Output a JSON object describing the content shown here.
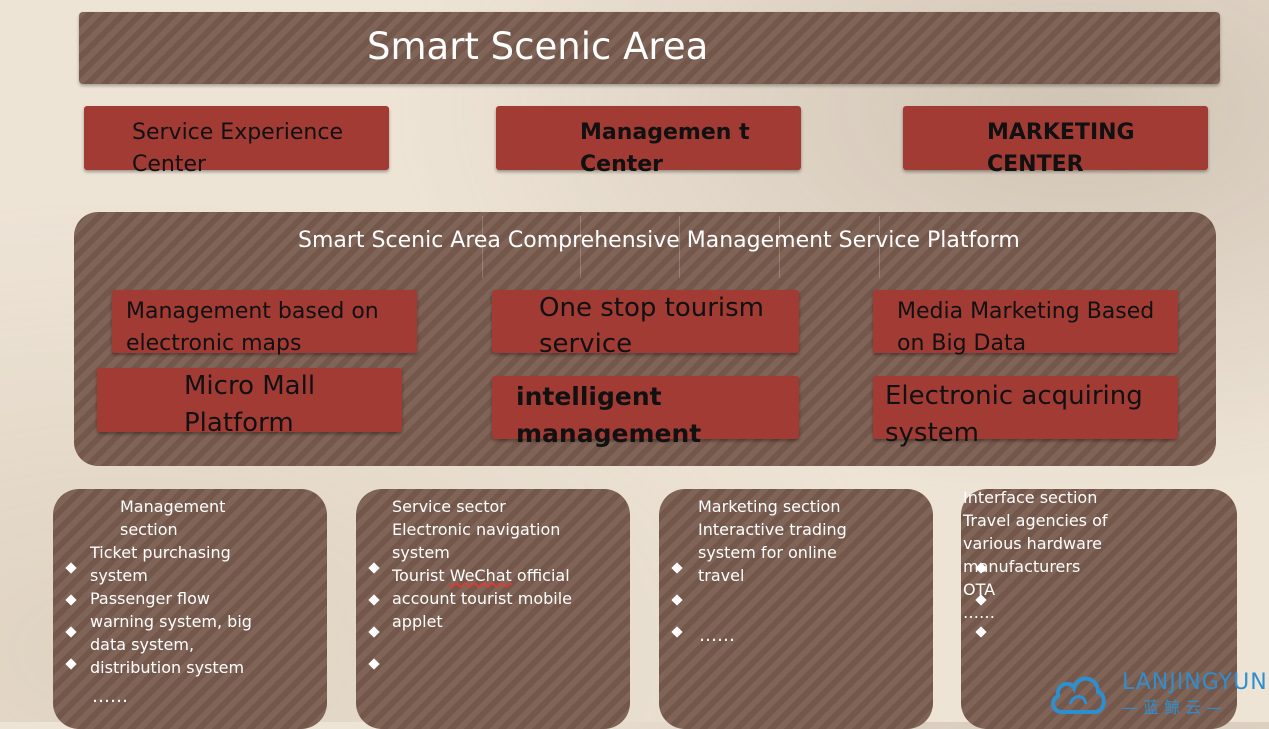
{
  "title": "Smart Scenic Area",
  "centers": [
    {
      "label": "Service Experience Center",
      "bold": false
    },
    {
      "label": "Managemen t Center",
      "bold": true
    },
    {
      "label": "MARKETING CENTER",
      "bold": true
    }
  ],
  "platform": {
    "title": "Smart Scenic Area Comprehensive  Management Service  Platform",
    "modules": [
      "Management based on electronic maps",
      "One stop tourism service",
      "Media Marketing Based on Big Data",
      "Micro Mall Platform",
      "intelligent management",
      "Electronic acquiring system"
    ]
  },
  "sections": [
    {
      "lines": "Management\nsection",
      "items": "Ticket purchasing\nsystem\nPassenger flow\nwarning system,  big\ndata system,\ndistribution system",
      "ellipsis": "……"
    },
    {
      "lines": "Service sector\nElectronic navigation\nsystem",
      "item_prefix": "Tourist ",
      "item_wavy": "WeChat",
      "item_suffix": " official\naccount tourist mobile\napplet"
    },
    {
      "lines": "Marketing section\nInteractive trading\nsystem for online\ntravel",
      "ellipsis": "……"
    },
    {
      "lines": "Interface section\nTravel agencies  of\nvarious hardware\nmanufacturers\nOTA\n……"
    }
  ],
  "logo": {
    "name": "LANJINGYUN",
    "sub": "— 蓝 鲸 云 —"
  },
  "colors": {
    "brown": "#7a5c4f",
    "red": "#a33b35",
    "logo_blue": "#2d8fd0"
  }
}
